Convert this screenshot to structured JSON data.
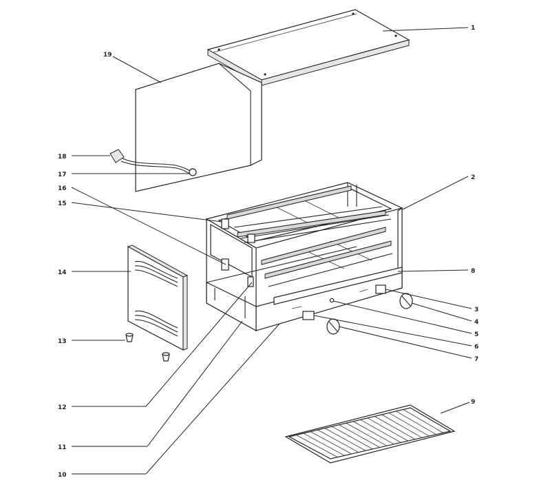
{
  "labels": {
    "l1": "1",
    "l2": "2",
    "l3": "3",
    "l4": "4",
    "l5": "5",
    "l6": "6",
    "l7": "7",
    "l8": "8",
    "l9": "9",
    "l10": "10",
    "l11": "11",
    "l12": "12",
    "l13": "13",
    "l14": "14",
    "l15": "15",
    "l16": "16",
    "l17": "17",
    "l18": "18",
    "l19": "19"
  },
  "colors": {
    "line": "#222222",
    "background": "#ffffff"
  }
}
